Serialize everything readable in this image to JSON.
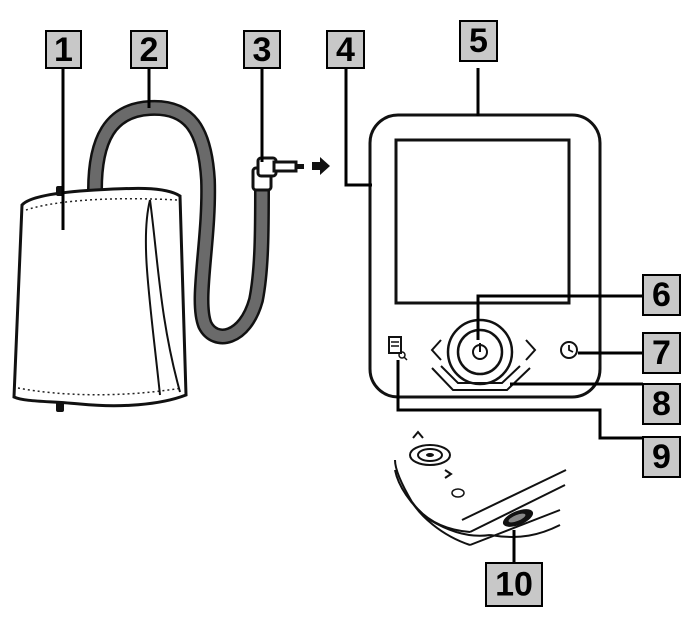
{
  "colors": {
    "label_box_fill": "#c8c8c8",
    "tube": "#555555",
    "line": "#111111"
  },
  "callouts": [
    {
      "id": "1",
      "text": "1"
    },
    {
      "id": "2",
      "text": "2"
    },
    {
      "id": "3",
      "text": "3"
    },
    {
      "id": "4",
      "text": "4"
    },
    {
      "id": "5",
      "text": "5"
    },
    {
      "id": "6",
      "text": "6"
    },
    {
      "id": "7",
      "text": "7"
    },
    {
      "id": "8",
      "text": "8"
    },
    {
      "id": "9",
      "text": "9"
    },
    {
      "id": "10",
      "text": "10"
    }
  ],
  "icons": {
    "power": "power-icon",
    "clock": "clock-icon",
    "memory": "memory-icon",
    "left_arrow": "chevron-left-icon",
    "right_arrow": "chevron-right-icon",
    "plug_direction": "arrow-right-icon"
  }
}
